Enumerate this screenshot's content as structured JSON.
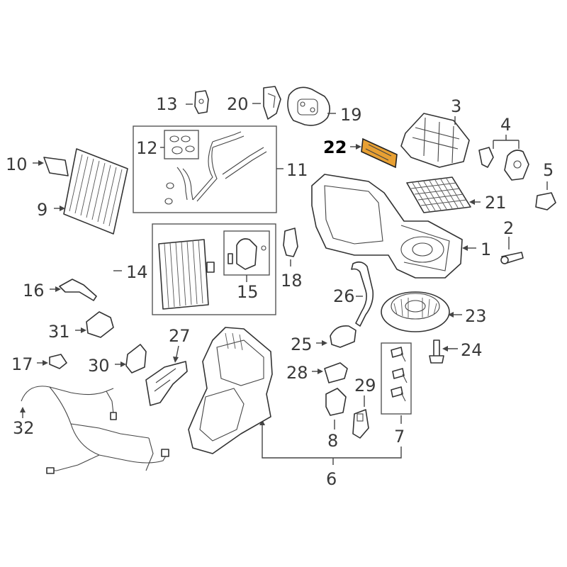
{
  "diagram": {
    "highlight_color": "#e8a033",
    "line_color": "#444444",
    "callouts": [
      {
        "id": 1,
        "label": "1"
      },
      {
        "id": 2,
        "label": "2"
      },
      {
        "id": 3,
        "label": "3"
      },
      {
        "id": 4,
        "label": "4"
      },
      {
        "id": 5,
        "label": "5"
      },
      {
        "id": 6,
        "label": "6"
      },
      {
        "id": 7,
        "label": "7"
      },
      {
        "id": 8,
        "label": "8"
      },
      {
        "id": 9,
        "label": "9"
      },
      {
        "id": 10,
        "label": "10"
      },
      {
        "id": 11,
        "label": "11"
      },
      {
        "id": 12,
        "label": "12"
      },
      {
        "id": 13,
        "label": "13"
      },
      {
        "id": 14,
        "label": "14"
      },
      {
        "id": 15,
        "label": "15"
      },
      {
        "id": 16,
        "label": "16"
      },
      {
        "id": 17,
        "label": "17"
      },
      {
        "id": 18,
        "label": "18"
      },
      {
        "id": 19,
        "label": "19"
      },
      {
        "id": 20,
        "label": "20"
      },
      {
        "id": 21,
        "label": "21"
      },
      {
        "id": 22,
        "label": "22",
        "highlighted": true
      },
      {
        "id": 23,
        "label": "23"
      },
      {
        "id": 24,
        "label": "24"
      },
      {
        "id": 25,
        "label": "25"
      },
      {
        "id": 26,
        "label": "26"
      },
      {
        "id": 27,
        "label": "27"
      },
      {
        "id": 28,
        "label": "28"
      },
      {
        "id": 29,
        "label": "29"
      },
      {
        "id": 30,
        "label": "30"
      },
      {
        "id": 31,
        "label": "31"
      },
      {
        "id": 32,
        "label": "32"
      }
    ]
  }
}
